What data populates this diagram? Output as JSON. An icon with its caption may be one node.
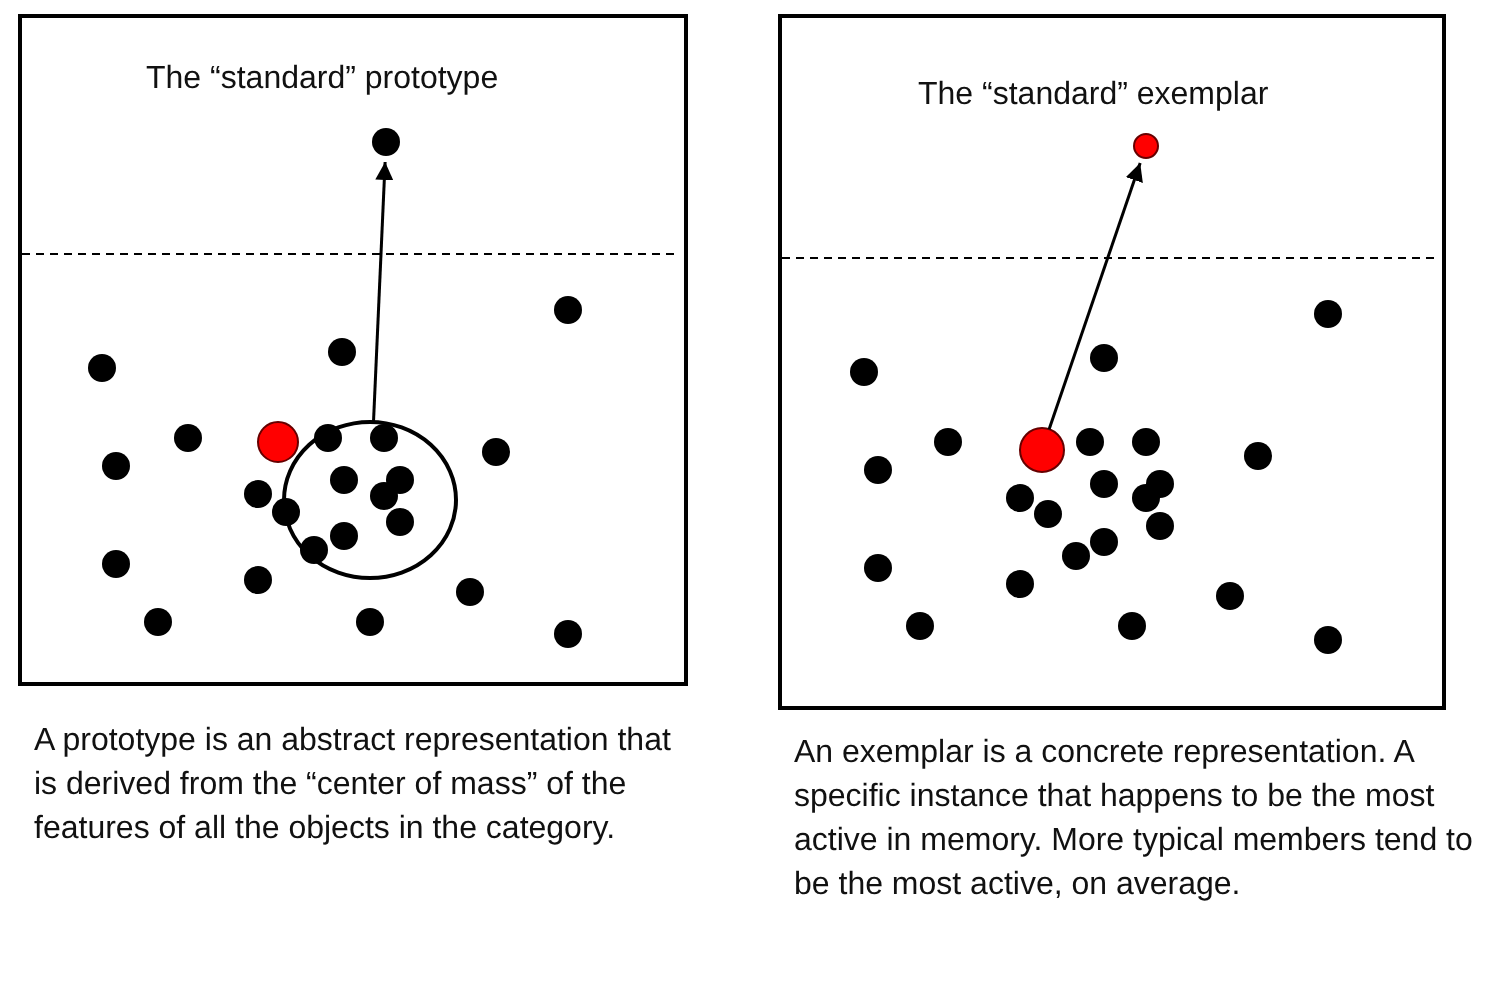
{
  "diagram": {
    "nodes": [
      {
        "text": [
          "The “standard” prototype"
        ],
        "beside": [
          "A prototype is an abstract representation that is derived from the “center of mass” of the features of all the objects in the category."
        ]
      },
      {
        "text": [],
        "shape": "circle",
        "in": 0
      },
      {
        "text": [],
        "shape": "circle",
        "in": 0
      },
      {
        "text": [
          "The “standard” exemplar"
        ],
        "beside": [
          "An exemplar is a concrete representation. A specific instance that happens to be the most active in memory. More typical members tend to be the most active, on average."
        ]
      },
      {
        "text": [],
        "shape": "circle",
        "in": 3
      },
      {
        "text": [],
        "shape": "circle",
        "in": 3
      }
    ],
    "edges": [
      {
        "from": 2,
        "to": 1,
        "arrow": "to"
      },
      {
        "from": 5,
        "to": 4,
        "arrow": "to"
      }
    ]
  }
}
